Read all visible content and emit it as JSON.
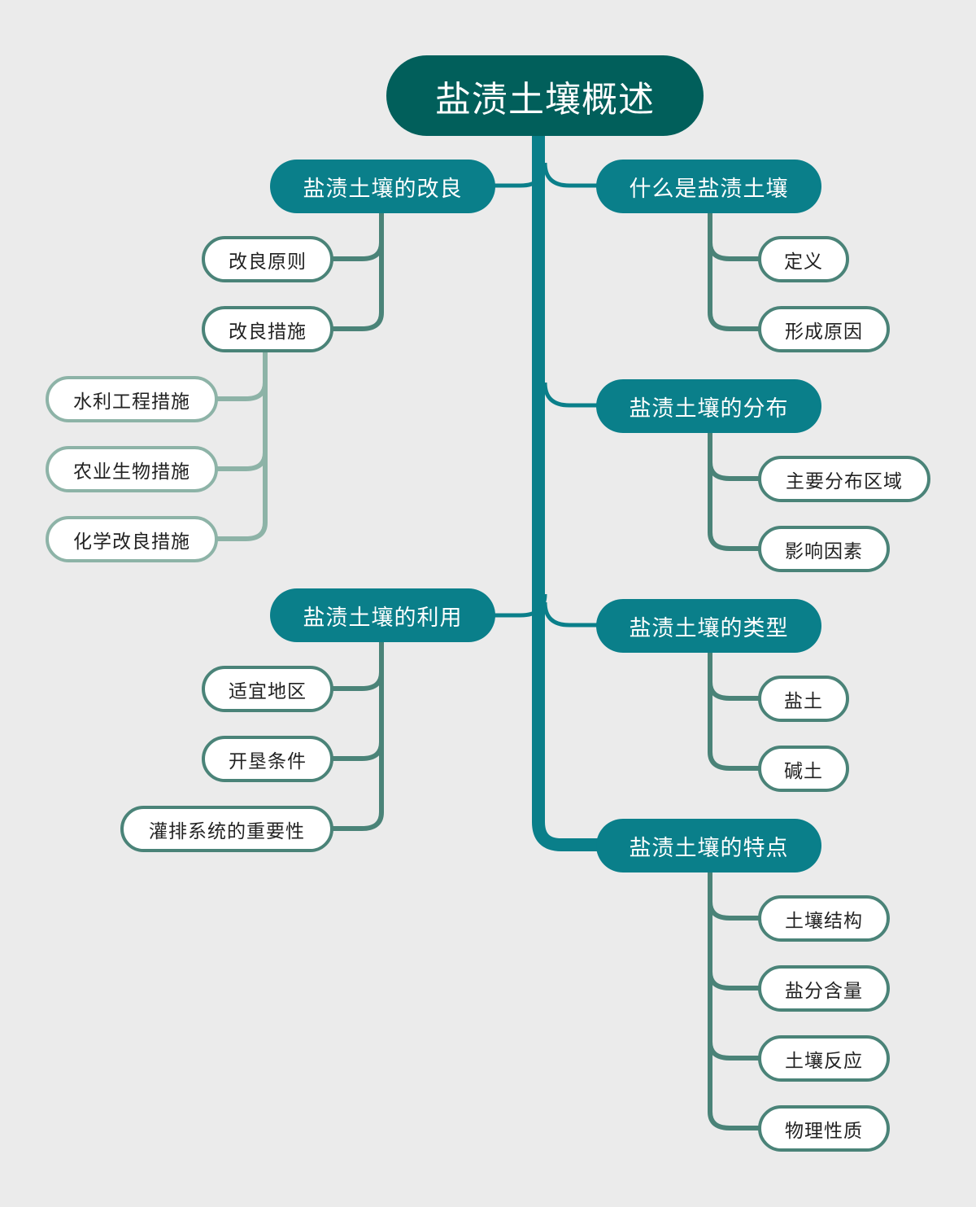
{
  "root": {
    "label": "盐渍土壤概述"
  },
  "colors": {
    "background": "#ebebeb",
    "root_fill": "#015f5b",
    "topic_fill": "#0a7f8a",
    "sub_border": "#4a8378",
    "leaf_border": "#8db3a7",
    "trunk": "#0a7f8a"
  },
  "left": {
    "improvement": {
      "label": "盐渍土壤的改良",
      "children": {
        "principles": {
          "label": "改良原则"
        },
        "measures": {
          "label": "改良措施",
          "children": [
            {
              "label": "水利工程措施"
            },
            {
              "label": "农业生物措施"
            },
            {
              "label": "化学改良措施"
            }
          ]
        }
      }
    },
    "utilization": {
      "label": "盐渍土壤的利用",
      "children": [
        {
          "label": "适宜地区"
        },
        {
          "label": "开垦条件"
        },
        {
          "label": "灌排系统的重要性"
        }
      ]
    }
  },
  "right": {
    "what_is": {
      "label": "什么是盐渍土壤",
      "children": [
        {
          "label": "定义"
        },
        {
          "label": "形成原因"
        }
      ]
    },
    "distribution": {
      "label": "盐渍土壤的分布",
      "children": [
        {
          "label": "主要分布区域"
        },
        {
          "label": "影响因素"
        }
      ]
    },
    "types": {
      "label": "盐渍土壤的类型",
      "children": [
        {
          "label": "盐土"
        },
        {
          "label": "碱土"
        }
      ]
    },
    "features": {
      "label": "盐渍土壤的特点",
      "children": [
        {
          "label": "土壤结构"
        },
        {
          "label": "盐分含量"
        },
        {
          "label": "土壤反应"
        },
        {
          "label": "物理性质"
        }
      ]
    }
  }
}
